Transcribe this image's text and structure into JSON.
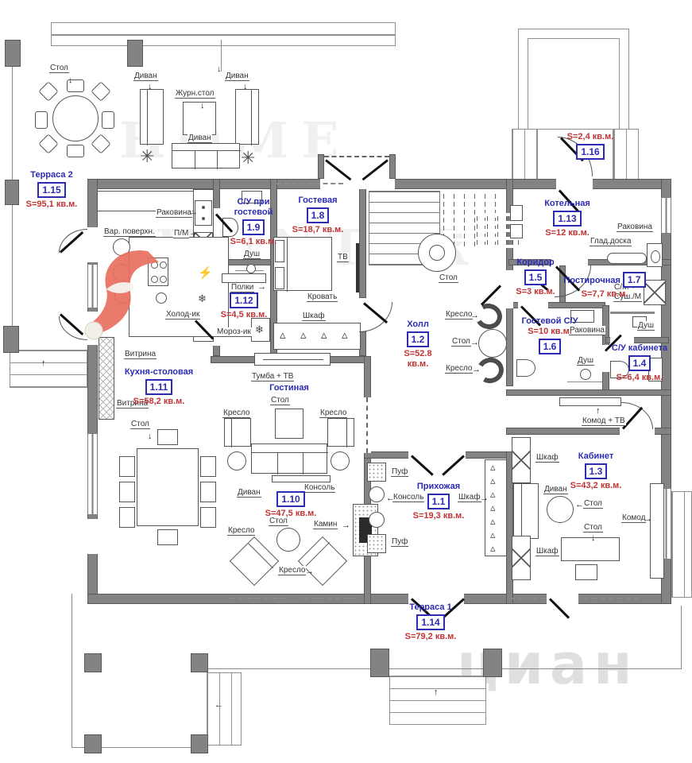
{
  "watermark": {
    "line1": "HOME",
    "line2": "HUNTER",
    "bottom": "циан"
  },
  "icons": {
    "hanger": "▵",
    "snowflake": "❄",
    "spark": "⚡",
    "plant": "✳",
    "arrow_up": "↑",
    "arrow_down": "↓",
    "arrow_left": "←",
    "arrow_right": "→"
  },
  "colors": {
    "wall": "#838383",
    "room_text": "#2b2bb4",
    "area_text": "#c03434"
  },
  "rooms": {
    "r1_1": {
      "name": "Прихожая",
      "num": "1.1",
      "area": "S=19,3 кв.м."
    },
    "r1_2": {
      "name": "Холл",
      "num": "1.2",
      "area": "S=52.8 кв.м."
    },
    "r1_3": {
      "name": "Кабинет",
      "num": "1.3",
      "area": "S=43,2 кв.м."
    },
    "r1_4": {
      "name": "С/У кабинета",
      "num": "1.4",
      "area": "S=6,4 кв.м."
    },
    "r1_5": {
      "name": "Коридор",
      "num": "1.5",
      "area": "S=3 кв.м."
    },
    "r1_6": {
      "name": "Гостевой С/У",
      "num": "1.6",
      "area": "S=10 кв.м."
    },
    "r1_7": {
      "name": "Постирочная",
      "num": "1.7",
      "area": "S=7,7 кв.м."
    },
    "r1_8": {
      "name": "Гостевая",
      "num": "1.8",
      "area": "S=18,7 кв.м."
    },
    "r1_9": {
      "name": "С/У при гостевой",
      "num": "1.9",
      "area": "S=6,1 кв.м."
    },
    "r1_10": {
      "name": "Гостиная",
      "num": "1.10",
      "area": "S=47,5 кв.м."
    },
    "r1_11": {
      "name": "Кухня-столовая",
      "num": "1.11",
      "area": "S=58,2 кв.м."
    },
    "r1_12": {
      "name": "",
      "num": "1.12",
      "area": "S=4,5 кв.м."
    },
    "r1_13": {
      "name": "Котельная",
      "num": "1.13",
      "area": "S=12 кв.м."
    },
    "r1_14": {
      "name": "Терраса 1",
      "num": "1.14",
      "area": "S=79,2 кв.м."
    },
    "r1_15": {
      "name": "Терраса 2",
      "num": "1.15",
      "area": "S=95,1 кв.м."
    },
    "r1_16": {
      "name": "",
      "num": "1.16",
      "area": "S=2,4 кв.м."
    }
  },
  "labels": {
    "stol": "Стол",
    "divan": "Диван",
    "zhurn_stol": "Журн.стол",
    "kreslo": "Кресло",
    "krovat": "Кровать",
    "tv": "ТВ",
    "shkaf": "Шкаф",
    "rakovina": "Раковина",
    "dush": "Душ",
    "polki": "Полки",
    "holod": "Холод-ик",
    "moroz": "Мороз-ик",
    "vitrina": "Витрина",
    "var_pov": "Вар. поверхн.",
    "pm": "П/М",
    "tumba_tv": "Тумба + ТВ",
    "konsol": "Консоль",
    "kamin": "Камин",
    "puf": "Пуф",
    "komod_tv": "Комод + ТВ",
    "komod": "Комод",
    "glad_doska": "Глад.доска",
    "sm": "С/М +",
    "sush_m": "Суш./М"
  }
}
